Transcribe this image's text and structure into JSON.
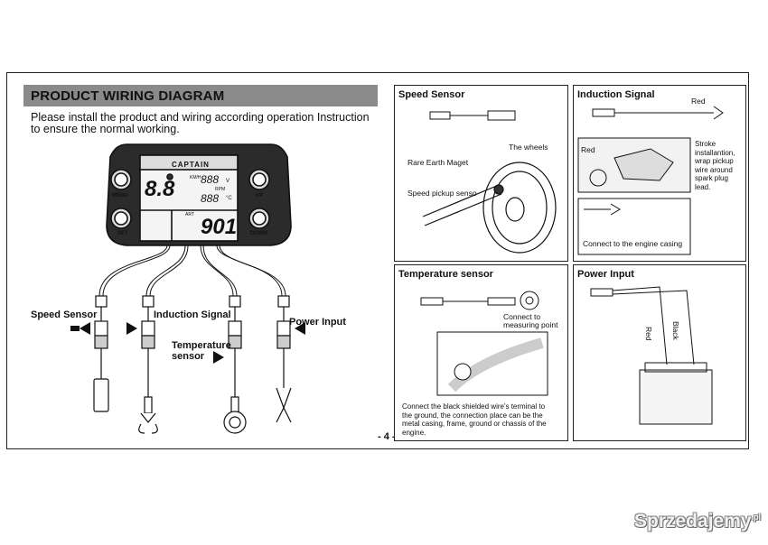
{
  "page": {
    "header": "PRODUCT WIRING DIAGRAM",
    "intro_line1": "Please install the product and wiring according operation Instruction",
    "intro_line2": "to ensure the normal working.",
    "page_number": "- 4 -"
  },
  "device": {
    "brand": "CAPTAIN",
    "btn_menu": "MENU",
    "btn_set": "SET",
    "btn_up": "UP",
    "btn_down": "DOWN",
    "lcd_speed": "8.8",
    "lcd_speed_unit": "KM/H",
    "lcd_volt": "888",
    "lcd_volt_unit": "V",
    "lcd_rpm": "888",
    "lcd_rpm_unit": "RPM",
    "lcd_deg": "°C",
    "lcd_art": "ART",
    "lcd_time": "901"
  },
  "left_labels": {
    "speed_sensor": "Speed Sensor",
    "induction_signal": "Induction Signal",
    "temperature_sensor_1": "Temperature",
    "temperature_sensor_2": "sensor",
    "power_input": "Power Input"
  },
  "speed_panel": {
    "title": "Speed Sensor",
    "label_wheels": "The wheels",
    "label_magnet": "Rare Earth Maget",
    "label_pickup": "Speed pickup senso"
  },
  "induction_panel": {
    "title": "Induction Signal",
    "label_red_top": "Red",
    "label_red": "Red",
    "stroke_note_1": "Stroke",
    "stroke_note_2": "installantion,",
    "stroke_note_3": "wrap pickup",
    "stroke_note_4": "wire around",
    "stroke_note_5": "spark plug",
    "stroke_note_6": "lead.",
    "casing_note": "Connect to the engine casing"
  },
  "temperature_panel": {
    "title": "Temperature sensor",
    "connect_1": "Connect to",
    "connect_2": "measuring point",
    "note_1": "Connect the black shielded wire's terminal to",
    "note_2": "the ground, the connection place can be the",
    "note_3": "metal casing, frame, ground or chassis of the",
    "note_4": "engine."
  },
  "power_panel": {
    "title": "Power Input",
    "wire_red": "Red",
    "wire_black": "Black"
  },
  "watermark": {
    "text": "Sprzedajemy",
    "suffix": ".pl"
  }
}
